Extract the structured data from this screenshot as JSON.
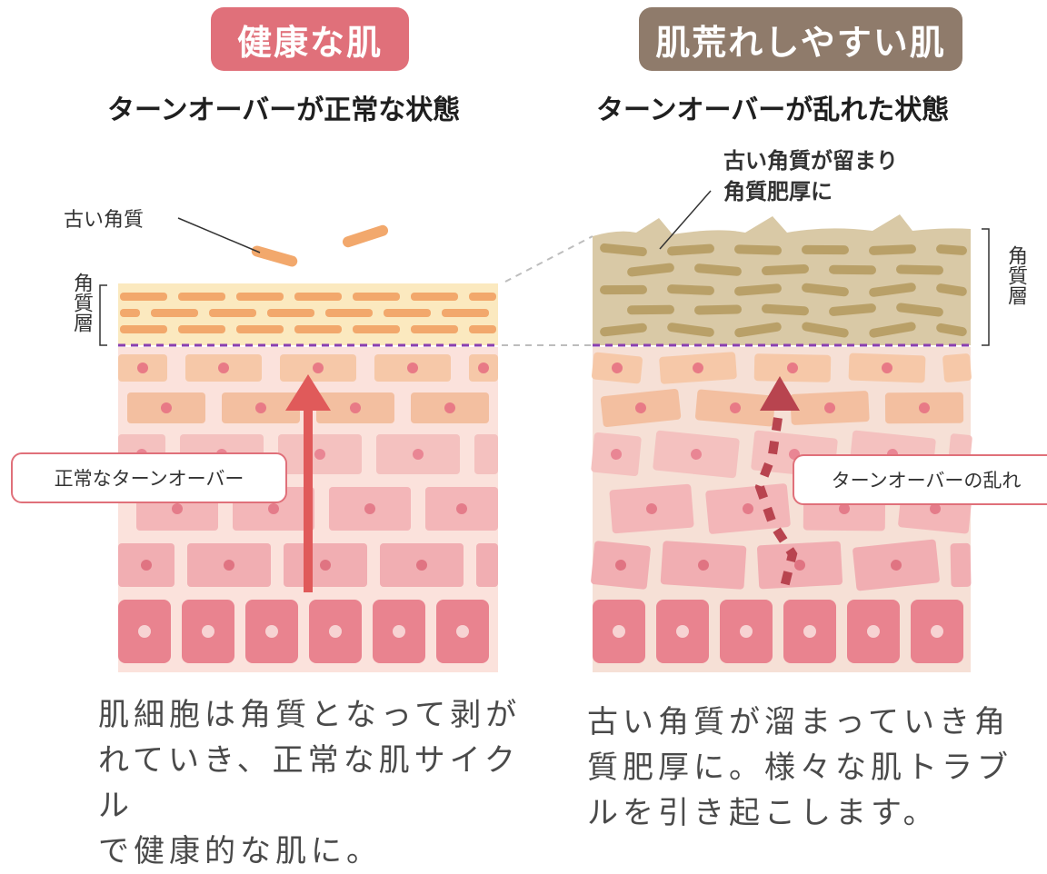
{
  "left": {
    "badge": "健康な肌",
    "subtitle": "ターンオーバーが正常な状態",
    "old_keratin_label": "古い角質",
    "layer_label": "角質層",
    "callout": "正常なターンオーバー",
    "caption": "肌細胞は角質となって剥が\nれていき、正常な肌サイクル\nで健康的な肌に。"
  },
  "right": {
    "badge": "肌荒れしやすい肌",
    "subtitle": "ターンオーバーが乱れた状態",
    "annotation": "古い角質が留まり\n角質肥厚に",
    "layer_label": "角質層",
    "callout": "ターンオーバーの乱れ",
    "caption": "古い角質が溜まっていき角\n質肥厚に。様々な肌トラブ\nルを引き起こします。"
  },
  "colors": {
    "pink_badge": "#e0707a",
    "brown_badge": "#8f7b6b",
    "healthy_arrow": "#e05a5a",
    "disrupted_arrow": "#b8444f",
    "keratin_orange": "#f2a86c",
    "thick_keratin": "#c9b382",
    "divider_purple": "#8a3fb0"
  }
}
